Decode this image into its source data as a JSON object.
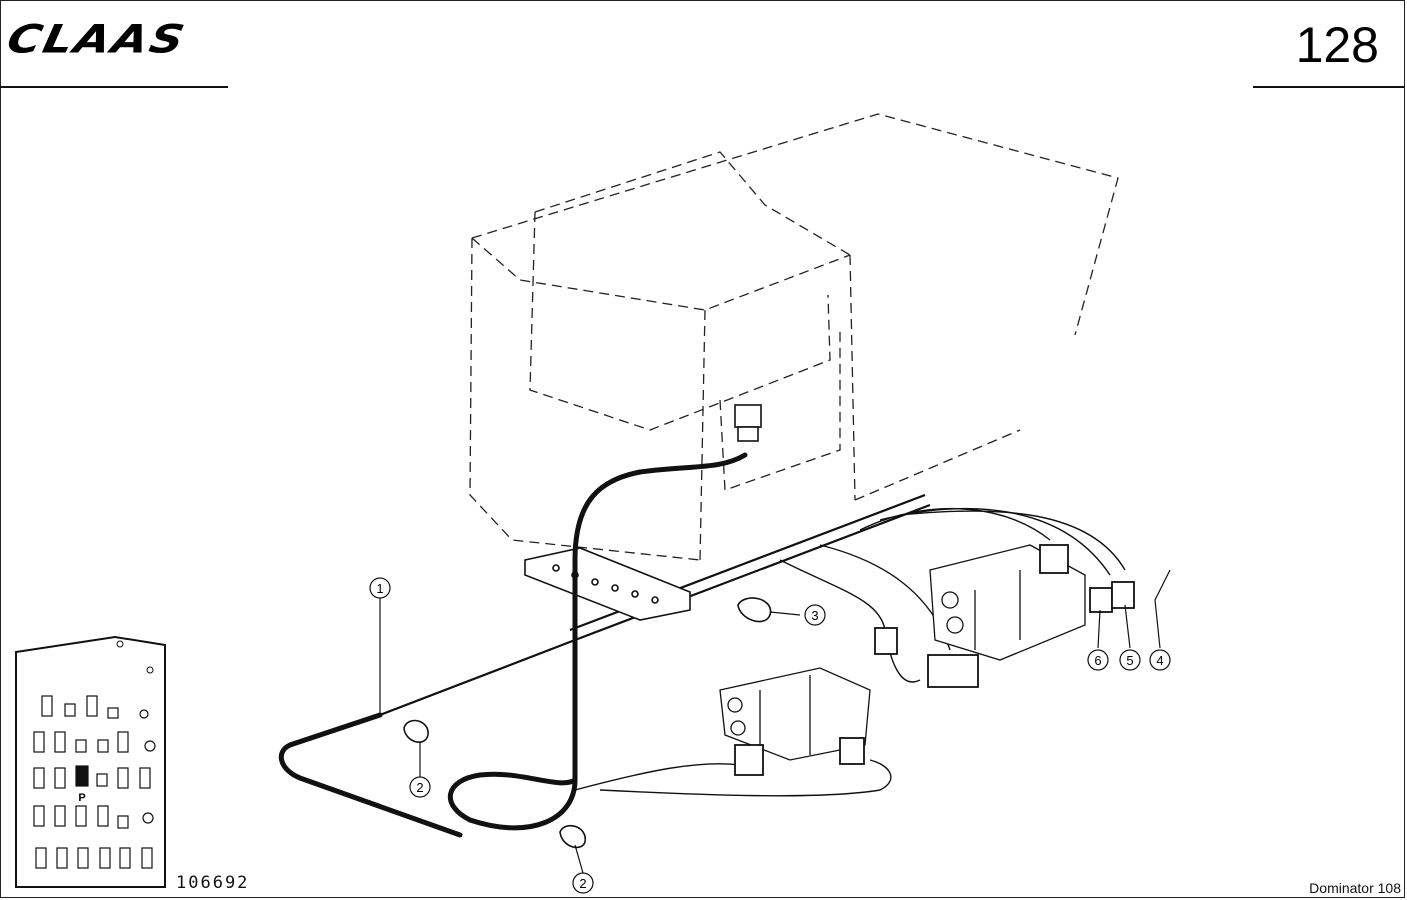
{
  "header": {
    "brand": "CLAAS",
    "page_number": "128"
  },
  "footer": {
    "figure_number": "106692",
    "model": "Dominator 108"
  },
  "callouts": [
    {
      "id": "c1",
      "label": "1"
    },
    {
      "id": "c2a",
      "label": "2"
    },
    {
      "id": "c2b",
      "label": "2"
    },
    {
      "id": "c3",
      "label": "3"
    },
    {
      "id": "c4",
      "label": "4"
    },
    {
      "id": "c5",
      "label": "5"
    },
    {
      "id": "c6",
      "label": "6"
    }
  ],
  "panel_marker": "P"
}
